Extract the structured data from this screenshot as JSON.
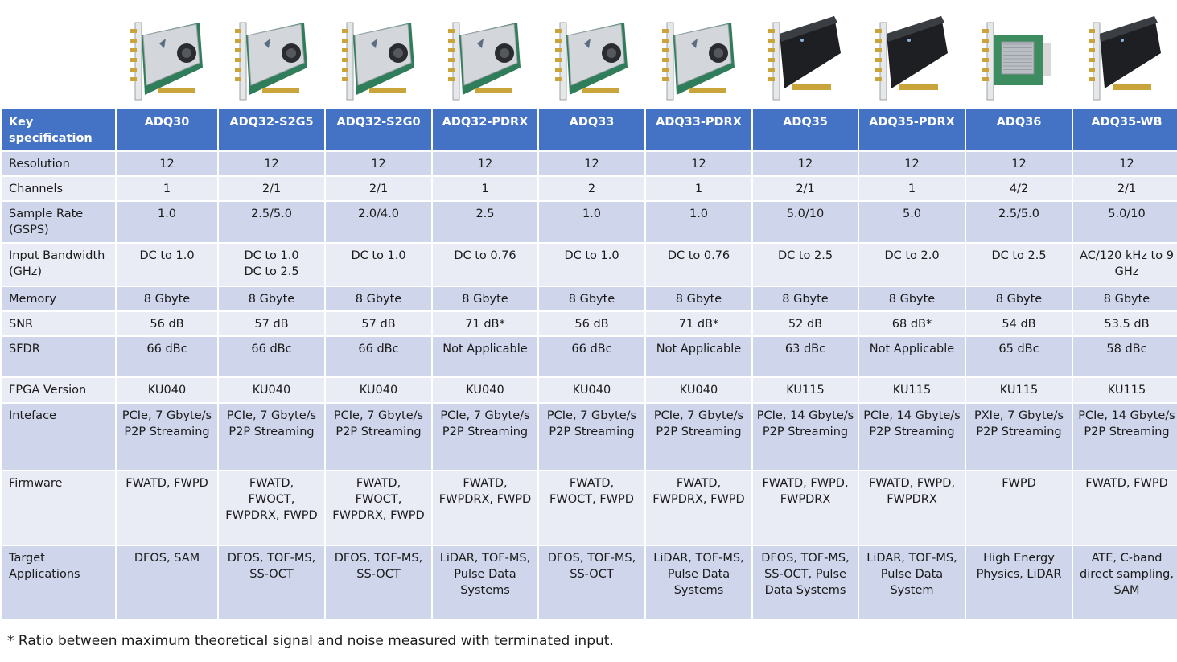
{
  "header_label": "Key specification",
  "products": [
    "ADQ30",
    "ADQ32-S2G5",
    "ADQ32-S2G0",
    "ADQ32-PDRX",
    "ADQ33",
    "ADQ33-PDRX",
    "ADQ35",
    "ADQ35-PDRX",
    "ADQ36",
    "ADQ35-WB"
  ],
  "product_images": [
    {
      "product": "ADQ30",
      "style": "silver",
      "icon": "pcie-card-image"
    },
    {
      "product": "ADQ32-S2G5",
      "style": "silver",
      "icon": "pcie-card-image"
    },
    {
      "product": "ADQ32-S2G0",
      "style": "silver",
      "icon": "pcie-card-image"
    },
    {
      "product": "ADQ32-PDRX",
      "style": "silver",
      "icon": "pcie-card-image"
    },
    {
      "product": "ADQ33",
      "style": "silver",
      "icon": "pcie-card-image"
    },
    {
      "product": "ADQ33-PDRX",
      "style": "silver",
      "icon": "pcie-card-image"
    },
    {
      "product": "ADQ35",
      "style": "black",
      "icon": "pcie-card-image"
    },
    {
      "product": "ADQ35-PDRX",
      "style": "black",
      "icon": "pcie-card-image"
    },
    {
      "product": "ADQ36",
      "style": "pxie",
      "icon": "pxie-card-image"
    },
    {
      "product": "ADQ35-WB",
      "style": "black",
      "icon": "pcie-card-image"
    }
  ],
  "rows": [
    {
      "label": "Resolution",
      "values": [
        "12",
        "12",
        "12",
        "12",
        "12",
        "12",
        "12",
        "12",
        "12",
        "12"
      ]
    },
    {
      "label": "Channels",
      "values": [
        "1",
        "2/1",
        "2/1",
        "1",
        "2",
        "1",
        "2/1",
        "1",
        "4/2",
        "2/1"
      ]
    },
    {
      "label": "Sample Rate\n(GSPS)",
      "values": [
        "1.0",
        "2.5/5.0",
        "2.0/4.0",
        "2.5",
        "1.0",
        "1.0",
        "5.0/10",
        "5.0",
        "2.5/5.0",
        "5.0/10"
      ]
    },
    {
      "label": "Input Bandwidth\n(GHz)",
      "values": [
        "DC to 1.0",
        "DC to 1.0\nDC to 2.5",
        "DC to 1.0",
        "DC to 0.76",
        "DC to 1.0",
        "DC to 0.76",
        "DC to 2.5",
        "DC to 2.0",
        "DC to 2.5",
        "AC/120 kHz to 9\nGHz"
      ]
    },
    {
      "label": "Memory",
      "values": [
        "8 Gbyte",
        "8 Gbyte",
        "8 Gbyte",
        "8 Gbyte",
        "8 Gbyte",
        "8 Gbyte",
        "8 Gbyte",
        "8 Gbyte",
        "8 Gbyte",
        "8 Gbyte"
      ]
    },
    {
      "label": "SNR",
      "values": [
        "56 dB",
        "57 dB",
        "57 dB",
        "71 dB*",
        "56 dB",
        "71 dB*",
        "52 dB",
        "68 dB*",
        "54 dB",
        "53.5 dB"
      ]
    },
    {
      "label": "SFDR",
      "values": [
        "66 dBc",
        "66 dBc",
        "66 dBc",
        "Not Applicable",
        "66 dBc",
        "Not Applicable",
        "63 dBc",
        "Not Applicable",
        "65 dBc",
        "58 dBc"
      ]
    },
    {
      "label": "FPGA Version",
      "values": [
        "KU040",
        "KU040",
        "KU040",
        "KU040",
        "KU040",
        "KU040",
        "KU115",
        "KU115",
        "KU115",
        "KU115"
      ]
    },
    {
      "label": "Inteface",
      "values": [
        "PCIe, 7 Gbyte/s\nP2P Streaming",
        "PCIe, 7 Gbyte/s\nP2P Streaming",
        "PCIe, 7 Gbyte/s\nP2P Streaming",
        "PCIe, 7 Gbyte/s\nP2P Streaming",
        "PCIe, 7 Gbyte/s\nP2P Streaming",
        "PCIe, 7 Gbyte/s\nP2P Streaming",
        "PCIe, 14 Gbyte/s\nP2P Streaming",
        "PCIe, 14 Gbyte/s\nP2P Streaming",
        "PXIe, 7 Gbyte/s\nP2P Streaming",
        "PCIe, 14 Gbyte/s\nP2P Streaming"
      ]
    },
    {
      "label": "Firmware",
      "values": [
        "FWATD, FWPD",
        "FWATD,\nFWOCT,\nFWPDRX, FWPD",
        "FWATD,\nFWOCT,\nFWPDRX, FWPD",
        "FWATD,\nFWPDRX, FWPD",
        "FWATD,\nFWOCT, FWPD",
        "FWATD,\nFWPDRX, FWPD",
        "FWATD, FWPD,\nFWPDRX",
        "FWATD, FWPD,\nFWPDRX",
        "FWPD",
        "FWATD, FWPD"
      ]
    },
    {
      "label": "Target\nApplications",
      "values": [
        "DFOS, SAM",
        "DFOS, TOF-MS,\nSS-OCT",
        "DFOS, TOF-MS,\nSS-OCT",
        "LiDAR, TOF-MS,\nPulse Data\nSystems",
        "DFOS, TOF-MS,\nSS-OCT",
        "LiDAR, TOF-MS,\nPulse Data\nSystems",
        "DFOS, TOF-MS,\nSS-OCT, Pulse\nData Systems",
        "LiDAR, TOF-MS,\nPulse Data\nSystem",
        "High Energy\nPhysics, LiDAR",
        "ATE, C-band\ndirect sampling,\nSAM"
      ]
    }
  ],
  "footnote": "* Ratio between maximum theoretical signal and noise measured with terminated input.",
  "colors": {
    "header_bg": "#4472c4",
    "band_dark": "#cfd5ea",
    "band_light": "#e9ebf5",
    "header_text": "#ffffff"
  }
}
